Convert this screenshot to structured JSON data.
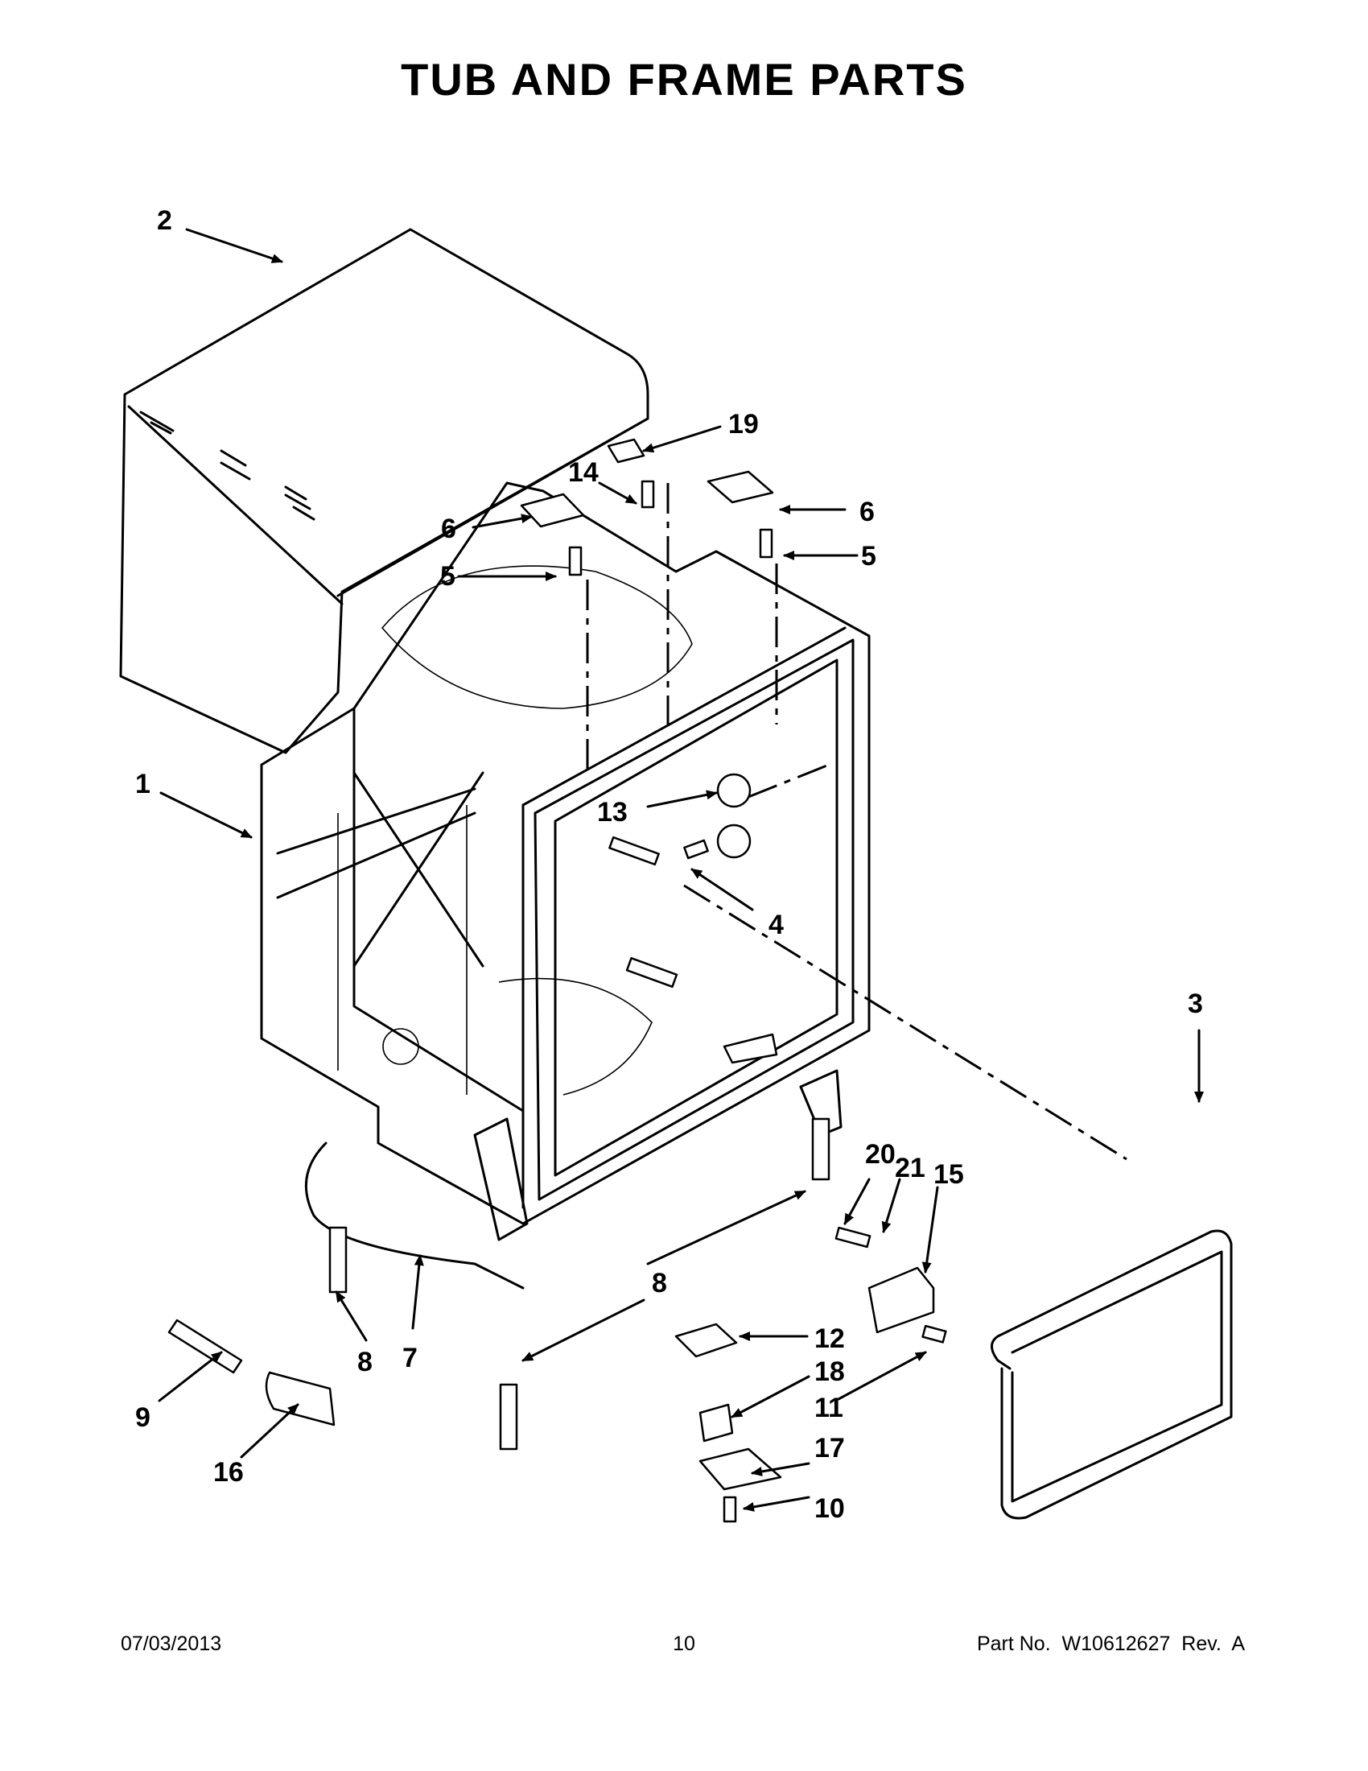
{
  "page": {
    "title": "TUB AND FRAME PARTS"
  },
  "callouts": {
    "c1": "1",
    "c2": "2",
    "c3": "3",
    "c4": "4",
    "c5a": "5",
    "c5b": "5",
    "c6a": "6",
    "c6b": "6",
    "c7": "7",
    "c8a": "8",
    "c8b": "8",
    "c9": "9",
    "c10": "10",
    "c11": "11",
    "c12": "12",
    "c13": "13",
    "c14": "14",
    "c15": "15",
    "c16": "16",
    "c17": "17",
    "c18": "18",
    "c19": "19",
    "c20": "20",
    "c21": "21"
  },
  "footer": {
    "date": "07/03/2013",
    "page_number": "10",
    "part_number": "Part No.  W10612627  Rev.  A"
  }
}
